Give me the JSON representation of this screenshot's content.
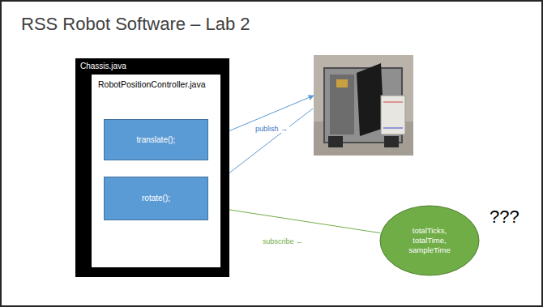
{
  "diagram": {
    "title": "RSS Robot Software – Lab 2",
    "nodes": [
      {
        "text": [
          "Chassis.java"
        ]
      },
      {
        "text": [
          "RobotPositionController.java"
        ],
        "in": 0
      },
      {
        "text": [
          "translate();"
        ],
        "in": 1
      },
      {
        "text": [
          "rotate();"
        ],
        "in": 1
      },
      {
        "text": [
          "totalTicks, totalTime, sampleTime"
        ]
      }
    ],
    "edges": [
      {
        "from": 4,
        "to": 3,
        "label": "subscribe ←",
        "arrow": "to"
      }
    ],
    "labels": [
      "publish →",
      "???"
    ]
  }
}
